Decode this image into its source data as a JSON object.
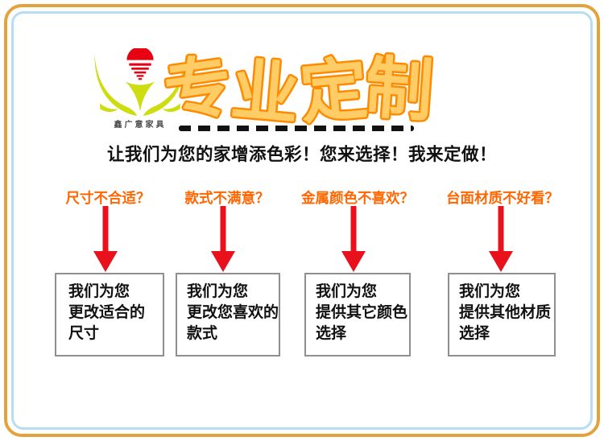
{
  "logo": {
    "brand": "鑫广意家具",
    "colors": {
      "leaf_green": "#cddd12",
      "sun_red": "#e60012",
      "brand_text": "#4b4b4b"
    }
  },
  "title": {
    "text": "专业定制",
    "chars": [
      "专",
      "业",
      "定",
      "制"
    ],
    "fill": "#ffcc66",
    "stroke": "#ff8a00"
  },
  "subtitle": {
    "text": "让我们为您的家增添色彩！您来选择！我来定做！"
  },
  "divider": {
    "style": "black-dashed-line"
  },
  "flow": {
    "question_color": "#ff6600",
    "arrow_color": "#e8111c",
    "box_border_color": "#8f8f8f",
    "items": [
      {
        "question": "尺寸不合适？",
        "answer_lines": [
          "我们为您",
          "更改适合的",
          "尺寸"
        ]
      },
      {
        "question": "款式不满意？",
        "answer_lines": [
          "我们为您",
          "更改您喜欢的",
          "款式"
        ]
      },
      {
        "question": "金属颜色不喜欢？",
        "answer_lines": [
          "我们为您",
          "提供其它颜色",
          "选择"
        ]
      },
      {
        "question": "台面材质不好看？",
        "answer_lines": [
          "我们为您",
          "提供其他材质",
          "选择"
        ]
      }
    ]
  },
  "frame": {
    "outer_border": "#e2a33c",
    "inner_border": "#b8dcf2",
    "background": "#ffffff"
  }
}
